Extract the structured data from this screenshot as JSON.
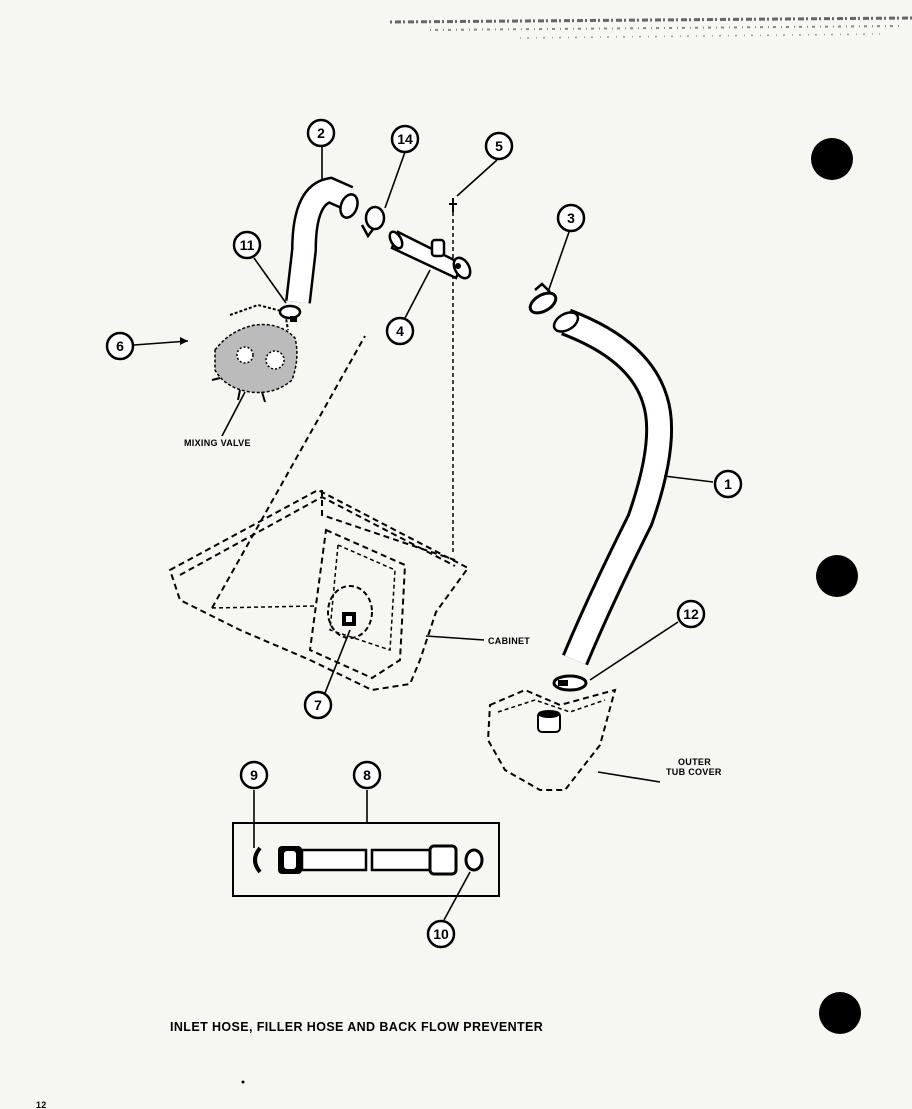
{
  "caption": "INLET HOSE, FILLER HOSE AND BACK FLOW PREVENTER",
  "page_number": "12",
  "labels": {
    "mixing_valve": "MIXING VALVE",
    "cabinet": "CABINET",
    "outer_tub_cover_line1": "OUTER",
    "outer_tub_cover_line2": "TUB COVER"
  },
  "callouts": {
    "c1": "1",
    "c2": "2",
    "c3": "3",
    "c4": "4",
    "c5": "5",
    "c6": "6",
    "c7": "7",
    "c8": "8",
    "c9": "9",
    "c10": "10",
    "c11": "11",
    "c12": "12",
    "c14": "14"
  }
}
